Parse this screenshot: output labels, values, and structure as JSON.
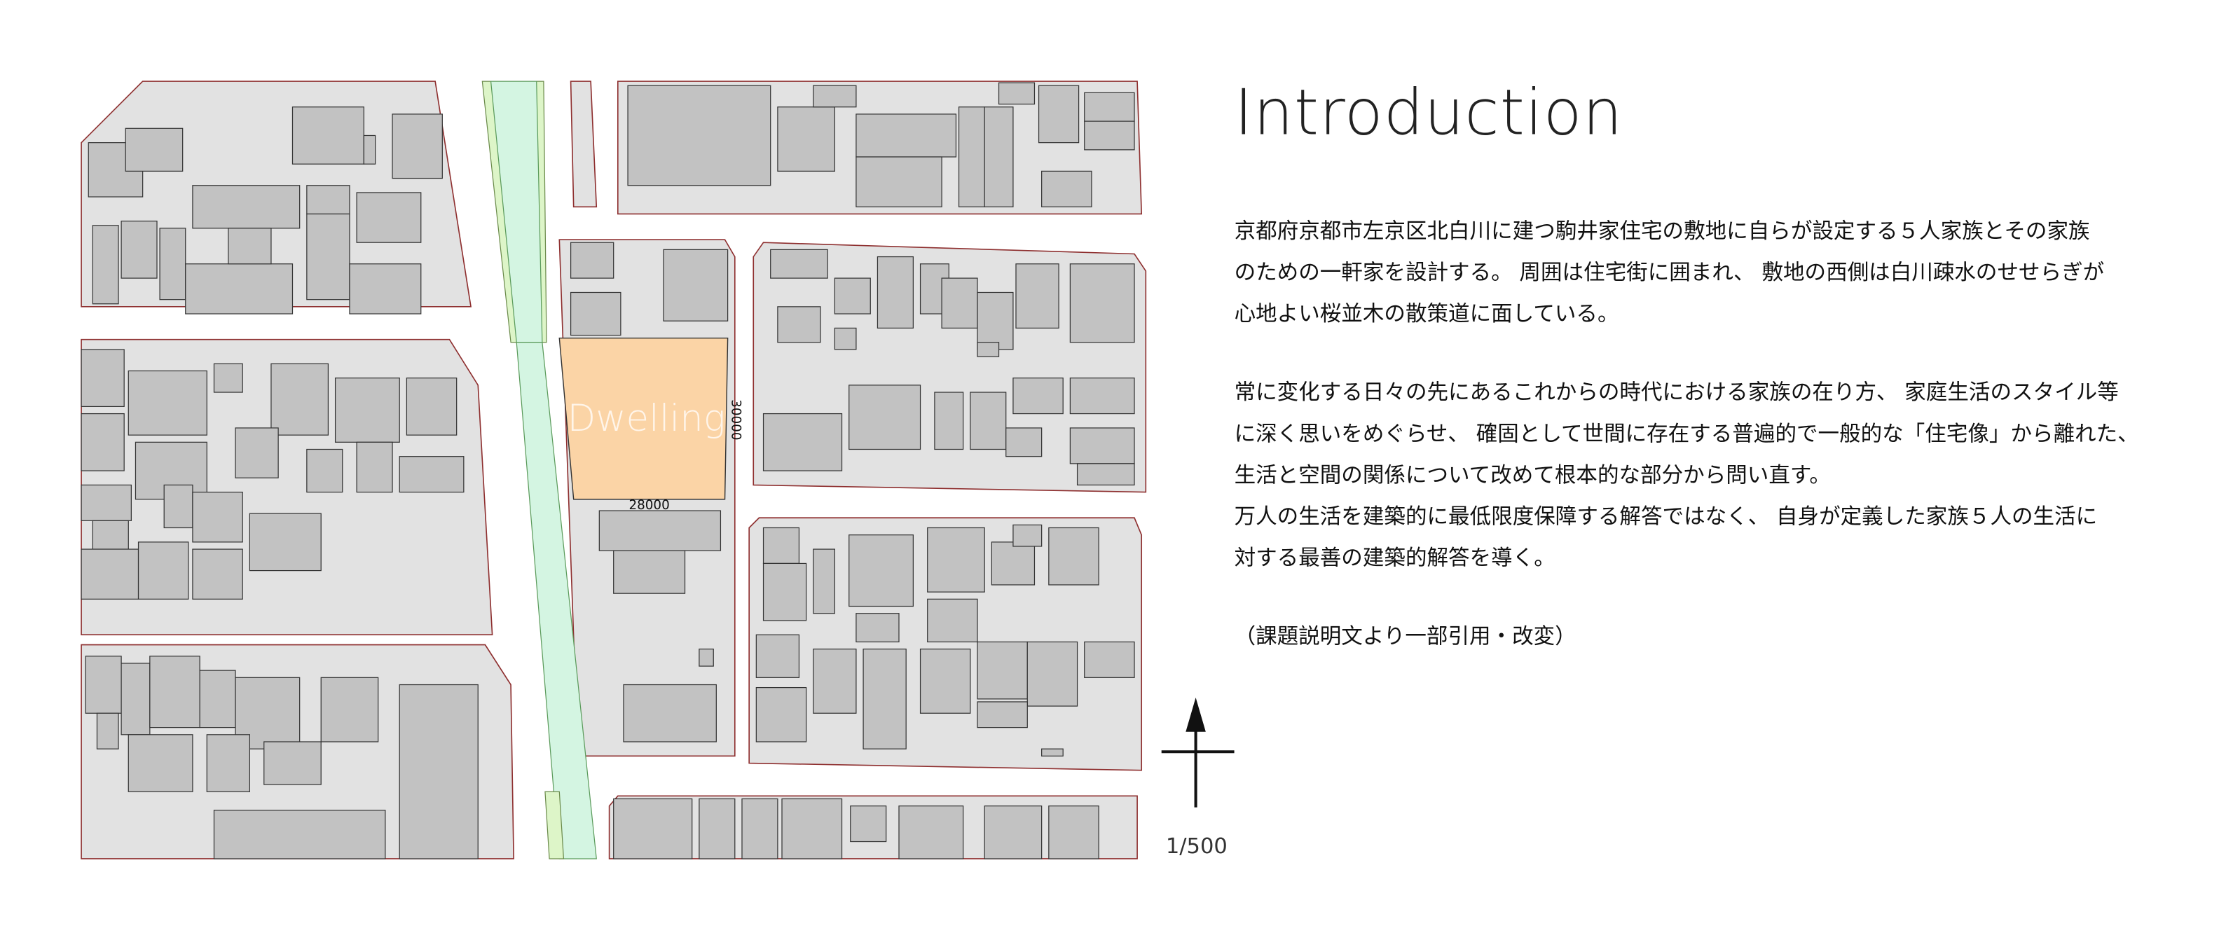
{
  "title": "Introduction",
  "map": {
    "site_label": "Dwelling",
    "dimension_vertical": "30000",
    "dimension_horizontal": "28000",
    "scale": "1/500",
    "colors": {
      "site": "#fbd4a6",
      "block": "#e2e2e2",
      "building": "#c2c2c2",
      "canal": "#d4f5e2",
      "outline": "#8e2f2f"
    }
  },
  "paragraphs": [
    {
      "lines": [
        "京都府京都市左京区北白川に建つ駒井家住宅の敷地に自らが設定する５人家族とその家族",
        "のための一軒家を設計する。 周囲は住宅街に囲まれ、 敷地の西側は白川疎水のせせらぎが",
        "心地よい桜並木の散策道に面している。"
      ]
    },
    {
      "lines": [
        "常に変化する日々の先にあるこれからの時代における家族の在り方、 家庭生活のスタイル等",
        "に深く思いをめぐらせ、 確固として世間に存在する普遍的で一般的な「住宅像」から離れた、",
        "生活と空間の関係について改めて根本的な部分から問い直す。",
        "万人の生活を建築的に最低限度保障する解答ではなく、 自身が定義した家族５人の生活に",
        "対する最善の建築的解答を導く。"
      ]
    },
    {
      "lines": [
        "（課題説明文より一部引用・改変）"
      ]
    }
  ]
}
